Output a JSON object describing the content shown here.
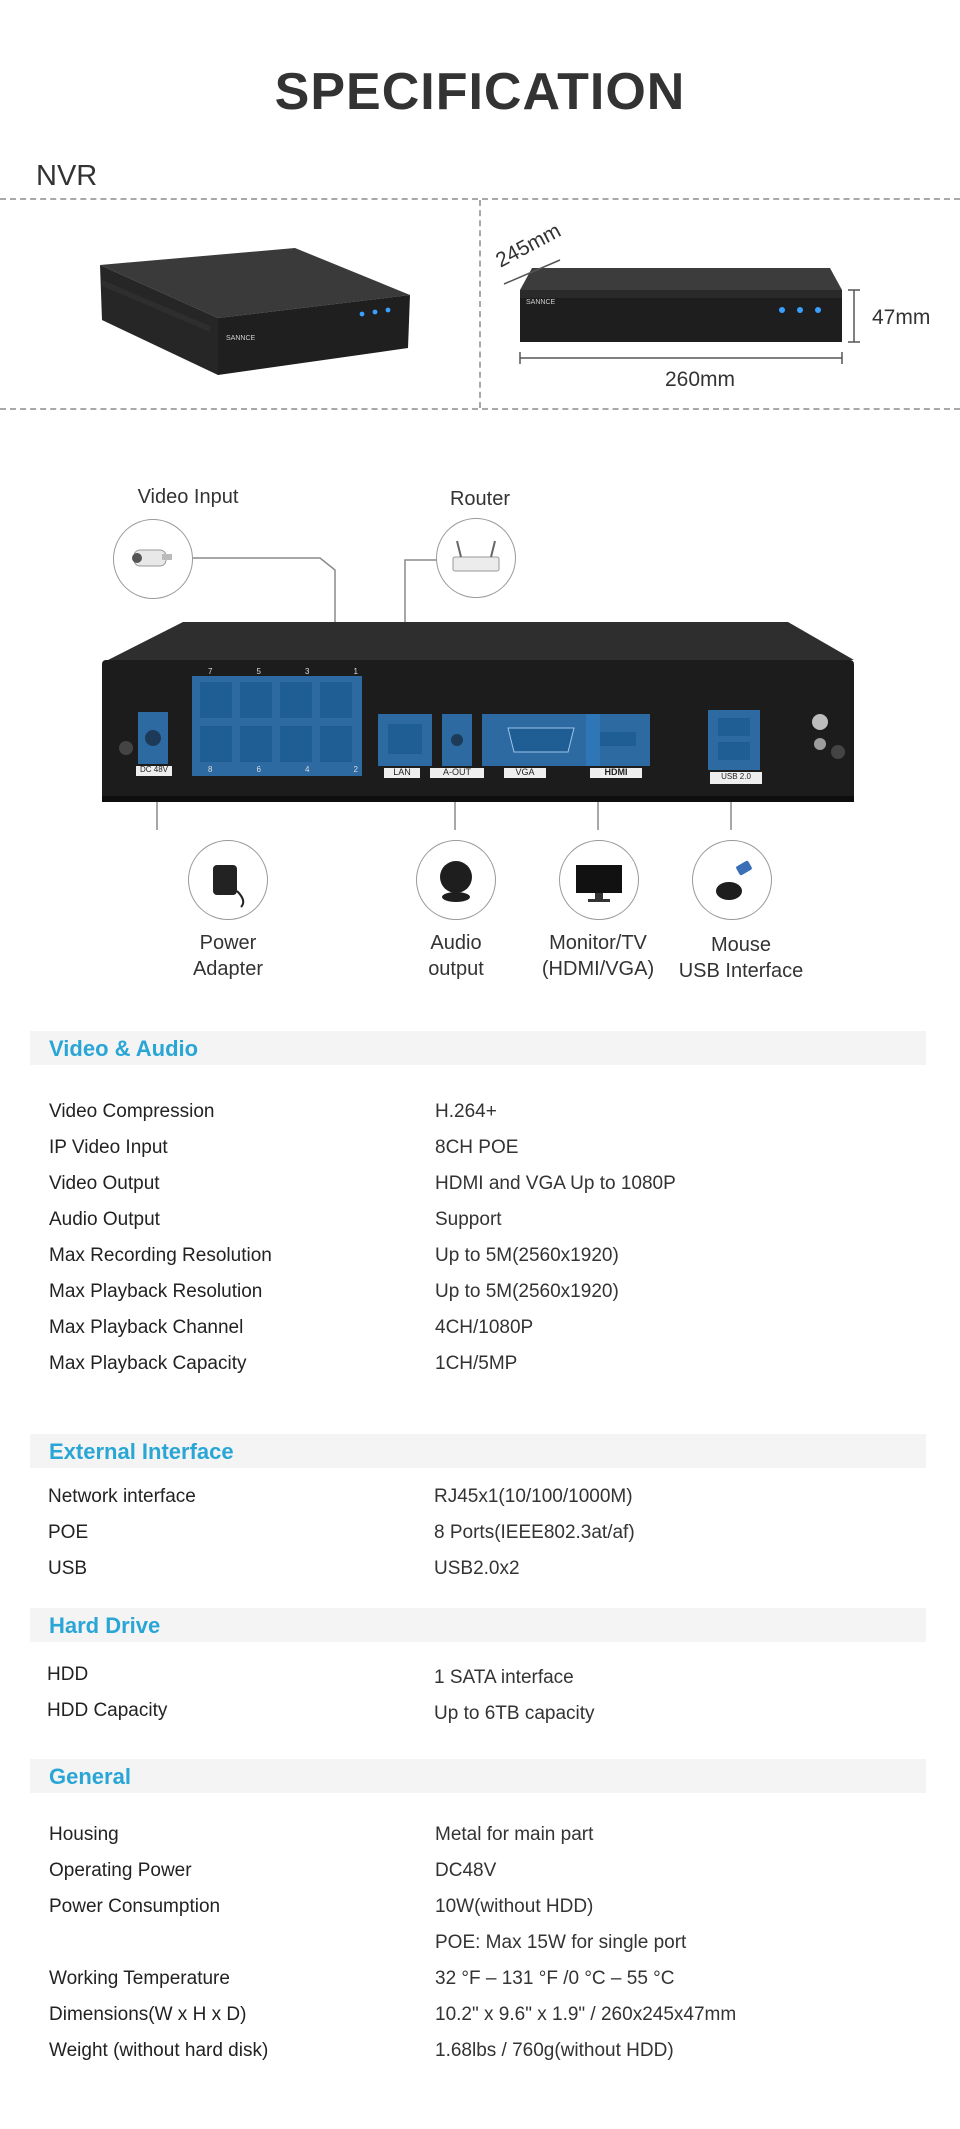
{
  "page": {
    "title": "SPECIFICATION",
    "product_label": "NVR",
    "brand_mark": "SANNCE"
  },
  "dimensions": {
    "depth": "245mm",
    "height": "47mm",
    "width": "260mm"
  },
  "connections": {
    "video_input": "Video Input",
    "router": "Router",
    "power_adapter": [
      "Power",
      "Adapter"
    ],
    "audio_output": [
      "Audio",
      "output"
    ],
    "monitor": [
      "Monitor/TV",
      "(HDMI/VGA)"
    ],
    "mouse": [
      "Mouse",
      "USB Interface"
    ]
  },
  "port_labels": {
    "dc": "DC 48V",
    "lan": "LAN",
    "aout": "A-OUT",
    "vga": "VGA",
    "hdmi": "HDMI",
    "usb": "USB 2.0",
    "poe_top": [
      "7",
      "5",
      "3",
      "1"
    ],
    "poe_bottom": [
      "8",
      "6",
      "4",
      "2"
    ]
  },
  "sections": [
    {
      "title": "Video & Audio",
      "rows": [
        {
          "label": "Video Compression",
          "value": "H.264+"
        },
        {
          "label": "IP Video Input",
          "value": "8CH POE"
        },
        {
          "label": "Video Output",
          "value": "HDMI and VGA Up to 1080P"
        },
        {
          "label": "Audio Output",
          "value": "Support"
        },
        {
          "label": "Max Recording Resolution",
          "value": "Up to 5M(2560x1920)"
        },
        {
          "label": "Max Playback Resolution",
          "value": "Up to 5M(2560x1920)"
        },
        {
          "label": "Max Playback Channel",
          "value": "4CH/1080P"
        },
        {
          "label": "Max Playback Capacity",
          "value": "1CH/5MP"
        }
      ]
    },
    {
      "title": "External Interface",
      "rows": [
        {
          "label": "Network interface",
          "value": "RJ45x1(10/100/1000M)"
        },
        {
          "label": "POE",
          "value": "8 Ports(IEEE802.3at/af)"
        },
        {
          "label": "USB",
          "value": "USB2.0x2"
        }
      ]
    },
    {
      "title": "Hard Drive",
      "rows": [
        {
          "label": "HDD",
          "value": "1 SATA interface"
        },
        {
          "label": "HDD Capacity",
          "value": "Up to 6TB capacity"
        }
      ]
    },
    {
      "title": "General",
      "rows": [
        {
          "label": "Housing",
          "value": "Metal for main part"
        },
        {
          "label": "Operating Power",
          "value": "DC48V"
        },
        {
          "label": "Power Consumption",
          "value": "10W(without HDD)"
        },
        {
          "label": "",
          "value": "POE: Max 15W for single port"
        },
        {
          "label": "Working Temperature",
          "value": "32 °F – 131 °F /0 °C – 55 °C"
        },
        {
          "label": "Dimensions(W x H x D)",
          "value": "10.2\" x 9.6\" x 1.9\" / 260x245x47mm"
        },
        {
          "label": "Weight (without hard disk)",
          "value": "1.68lbs / 760g(without HDD)"
        }
      ]
    }
  ]
}
